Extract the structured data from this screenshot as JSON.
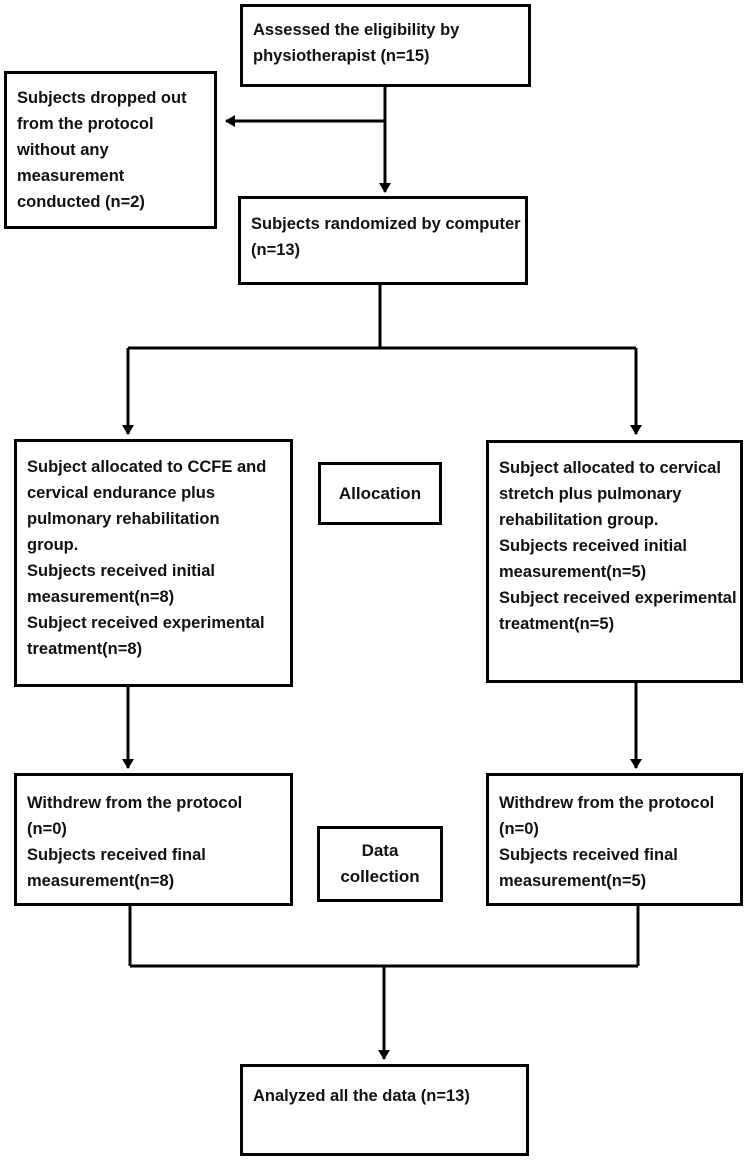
{
  "boxes": {
    "eligibility": [
      "Assessed the eligibility by",
      "physiotherapist (n=15)"
    ],
    "dropped_out": [
      "Subjects dropped out",
      "from the protocol",
      "without any",
      "measurement",
      "conducted (n=2)"
    ],
    "randomized": [
      "Subjects randomized by computer",
      "(n=13)"
    ],
    "group_ccfe": [
      "Subject allocated to CCFE and",
      "cervical endurance plus",
      "pulmonary rehabilitation",
      "group.",
      "Subjects received initial",
      "measurement(n=8)",
      "Subject received experimental",
      "treatment(n=8)"
    ],
    "group_stretch": [
      "Subject allocated to cervical",
      "stretch plus pulmonary",
      "rehabilitation group.",
      "Subjects received initial",
      "measurement(n=5)",
      "Subject received experimental",
      "treatment(n=5)"
    ],
    "withdrew_ccfe": [
      "Withdrew from the protocol",
      "(n=0)",
      "Subjects received final",
      "measurement(n=8)"
    ],
    "withdrew_stretch": [
      "Withdrew from the protocol",
      "(n=0)",
      "Subjects received final",
      "measurement(n=5)"
    ],
    "analyzed": [
      "Analyzed all the data (n=13)"
    ]
  },
  "stage_labels": {
    "allocation": [
      "Allocation"
    ],
    "data_collection": [
      "Data",
      "collection"
    ]
  }
}
